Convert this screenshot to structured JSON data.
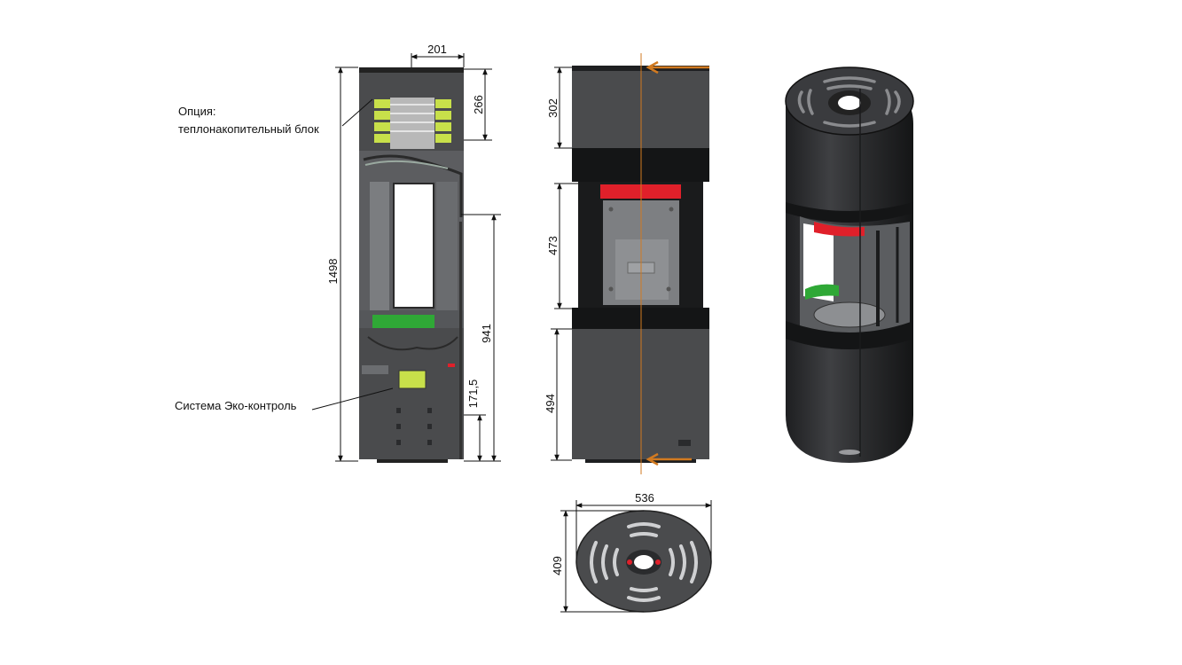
{
  "annotations": {
    "heat_block_line1": "Опция:",
    "heat_block_line2": "теплонакопительный блок",
    "eco_control": "Система Эко-контроль"
  },
  "dimensions": {
    "top_width": "201",
    "heat_block_height": "266",
    "total_height": "1498",
    "side_height": "941",
    "bottom_small": "171,5",
    "front_top": "302",
    "front_mid": "473",
    "front_bottom": "494",
    "plan_width": "536",
    "plan_depth": "409"
  },
  "colors": {
    "body": "#4a4b4d",
    "body_dark": "#2a2b2d",
    "accent_red": "#e0202a",
    "accent_green": "#2fa836",
    "accent_lime": "#c8e04a",
    "arrow_orange": "#d27a20"
  }
}
